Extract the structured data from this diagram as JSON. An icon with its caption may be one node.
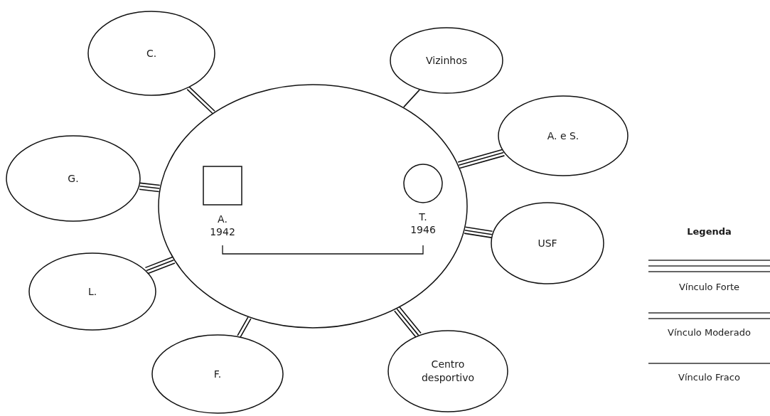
{
  "diagram": {
    "nodes": [
      {
        "text": [],
        "shape": "ellipse"
      },
      {
        "text": [
          "A. 1942"
        ],
        "in": 0
      },
      {
        "text": [
          "T. 1946"
        ],
        "in": 0
      },
      {
        "text": [
          "C."
        ]
      },
      {
        "text": [
          "Vizinhos"
        ]
      },
      {
        "text": [
          "G."
        ]
      },
      {
        "text": [
          "A. e S."
        ]
      },
      {
        "text": [
          "USF"
        ]
      },
      {
        "text": [
          "L."
        ]
      },
      {
        "text": [
          "F."
        ]
      },
      {
        "text": [
          "Centro desportivo"
        ]
      }
    ],
    "edges": [
      {
        "from": 1,
        "to": 2,
        "arrow": "none"
      },
      {
        "from": 0,
        "to": 3,
        "arrow": "none"
      },
      {
        "from": 0,
        "to": 4,
        "arrow": "none"
      },
      {
        "from": 0,
        "to": 5,
        "arrow": "none"
      },
      {
        "from": 0,
        "to": 6,
        "arrow": "none"
      },
      {
        "from": 0,
        "to": 7,
        "arrow": "none"
      },
      {
        "from": 0,
        "to": 8,
        "arrow": "none"
      },
      {
        "from": 0,
        "to": 9,
        "arrow": "none"
      },
      {
        "from": 0,
        "to": 10,
        "arrow": "none"
      }
    ],
    "labels": [
      "Legenda"
    ],
    "legend": [
      {
        "text": "Vínculo Forte"
      },
      {
        "text": "Vínculo Moderado"
      },
      {
        "text": "Vínculo Fraco"
      }
    ]
  }
}
